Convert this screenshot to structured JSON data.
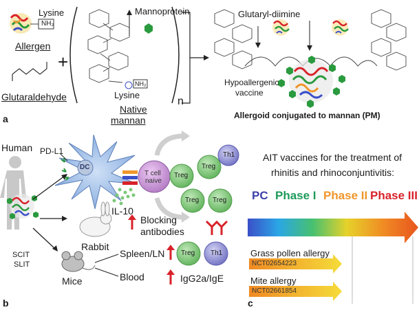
{
  "panel_a": {
    "letter": "a",
    "lysine_label_1": "Lysine",
    "nh2_label_1": "NH₂",
    "allergen_label": "Allergen",
    "plus_sign": "+",
    "glutaraldehyde_label": "Glutaraldehyde",
    "mannoprotein_label": "Mannoprotein",
    "lysine_label_2": "Lysine",
    "nh2_label_2": "NH₂",
    "native_mannan_line1": "Native",
    "native_mannan_line2": "mannan",
    "n_subscript": "n",
    "glutaryl_diimine_label": "Glutaryl-diimine",
    "hypoallergenic_line1": "Hypoallergenic",
    "hypoallergenic_line2": "vaccine",
    "pm_caption": "Allergoid conjugated to mannan (PM)"
  },
  "panel_b": {
    "letter": "b",
    "human_label": "Human",
    "pdl1_label": "PD-L1",
    "dc_label": "DC",
    "tcell_line1": "T cell",
    "tcell_line2": "naive",
    "il10_label": "IL-10",
    "treg_label": "Treg",
    "th1_label": "Th1",
    "rabbit_label": "Rabbit",
    "blocking_line1": "Blocking",
    "blocking_line2": "antibodies",
    "scit_label": "SCIT",
    "slit_label": "SLIT",
    "mice_label": "Mice",
    "spleen_label": "Spleen/LN",
    "blood_label": "Blood",
    "igg_label": "IgG2a/IgE"
  },
  "panel_c": {
    "letter": "c",
    "title_line1": "AIT vaccines for the treatment of",
    "title_line2": "rhinitis and rhinoconjuntivitis:",
    "phases": [
      {
        "label": "PC",
        "color": "#3b3fa8"
      },
      {
        "label": "Phase I",
        "color": "#1e9a5a"
      },
      {
        "label": "Phase II",
        "color": "#f0962a"
      },
      {
        "label": "Phase III",
        "color": "#d8232a"
      }
    ],
    "trial1_name": "Grass pollen allergy",
    "trial1_id": "NCT02654223",
    "trial2_name": "Mite allergy",
    "trial2_id": "NCT02661854"
  },
  "colors": {
    "treg": "#7dc87a",
    "th1": "#8f8fd6",
    "tcell": "#c98fd6",
    "dc": "#93b7e6",
    "red_arrow": "#d8232a",
    "mannan_green": "#2a9a3e"
  }
}
